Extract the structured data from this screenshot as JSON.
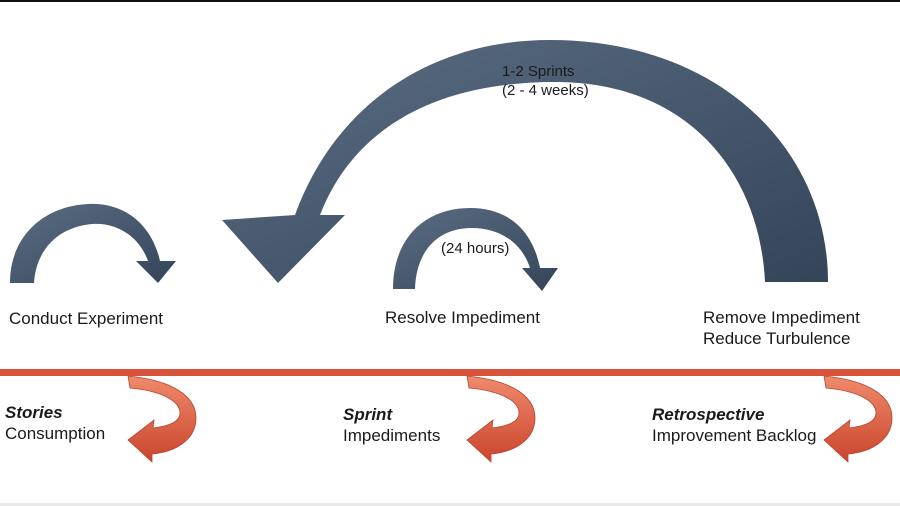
{
  "top_arrows": {
    "large_loop_label_line1": "1-2 Sprints",
    "large_loop_label_line2": "(2 - 4 weeks)",
    "medium_loop_label": "(24 hours)"
  },
  "activities": {
    "conduct_experiment": "Conduct Experiment",
    "resolve_impediment": "Resolve Impediment",
    "remove_impediment": "Remove Impediment",
    "reduce_turbulence": "Reduce Turbulence"
  },
  "feedback_items": [
    {
      "term": "Stories",
      "description": "Consumption"
    },
    {
      "term": "Sprint",
      "description": "Impediments"
    },
    {
      "term": "Retrospective",
      "description": "Improvement Backlog"
    }
  ],
  "colors": {
    "arrow_dark": "#3a4b5e",
    "arrow_light": "#586a7f",
    "divider": "#d9533a",
    "loop_red": "#d8553b"
  }
}
